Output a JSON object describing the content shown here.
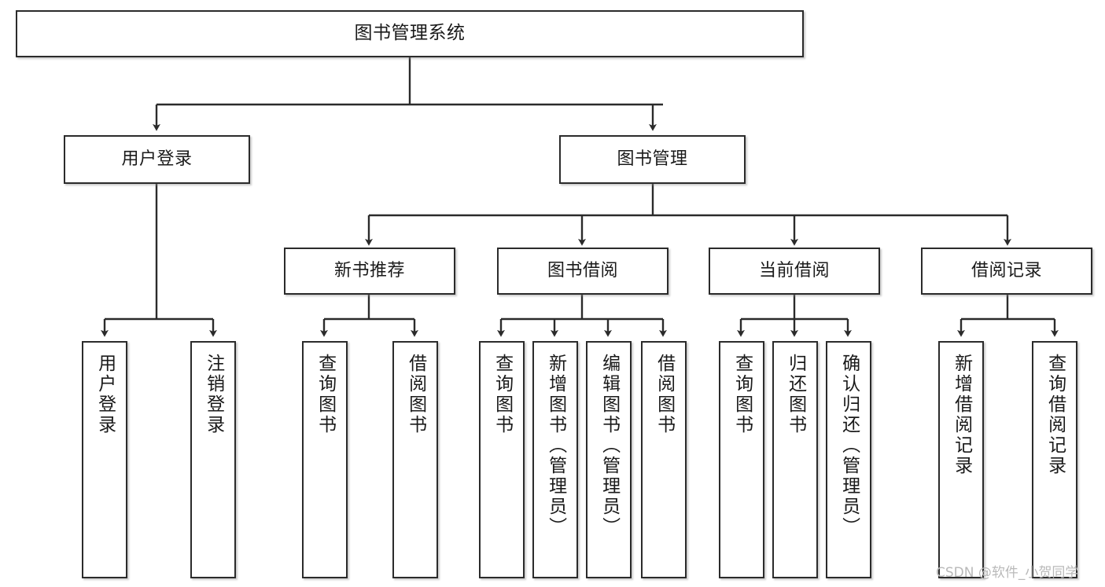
{
  "diagram": {
    "title": "图书管理系统",
    "type": "tree-hierarchy",
    "watermark": "CSDN @软件_小贺同学",
    "colors": {
      "box_border": "#2b2b2b",
      "box_fill": "#ffffff",
      "edge": "#2b2b2b",
      "text": "#1a1a1a",
      "watermark": "#b9b9b9",
      "background": "#ffffff"
    },
    "levels": {
      "root": {
        "label": "图书管理系统"
      },
      "level2": [
        {
          "label": "用户登录"
        },
        {
          "label": "图书管理"
        }
      ],
      "level3": [
        {
          "label": "新书推荐"
        },
        {
          "label": "图书借阅"
        },
        {
          "label": "当前借阅"
        },
        {
          "label": "借阅记录"
        }
      ],
      "leaves": [
        {
          "label": "用户登录",
          "parent": "用户登录"
        },
        {
          "label": "注销登录",
          "parent": "用户登录"
        },
        {
          "label": "查询图书",
          "parent": "新书推荐"
        },
        {
          "label": "借阅图书",
          "parent": "新书推荐"
        },
        {
          "label": "查询图书",
          "parent": "图书借阅"
        },
        {
          "label": "新增图书（管理员）",
          "parent": "图书借阅"
        },
        {
          "label": "编辑图书（管理员）",
          "parent": "图书借阅"
        },
        {
          "label": "借阅图书",
          "parent": "图书借阅"
        },
        {
          "label": "查询图书",
          "parent": "当前借阅"
        },
        {
          "label": "归还图书",
          "parent": "当前借阅"
        },
        {
          "label": "确认归还（管理员）",
          "parent": "当前借阅"
        },
        {
          "label": "新增借阅记录",
          "parent": "借阅记录"
        },
        {
          "label": "查询借阅记录",
          "parent": "借阅记录"
        }
      ]
    }
  }
}
